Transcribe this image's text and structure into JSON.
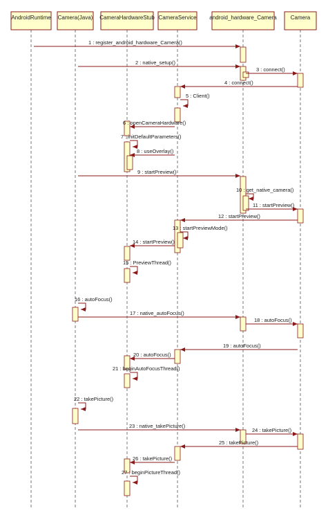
{
  "lifelines": [
    {
      "id": "runtime",
      "label": "AndroidRuntime"
    },
    {
      "id": "camjava",
      "label": "Camera(Java)"
    },
    {
      "id": "stub",
      "label": "CameraHardwareStub"
    },
    {
      "id": "service",
      "label": "CameraService"
    },
    {
      "id": "hwcam",
      "label": "android_hardware_Camera"
    },
    {
      "id": "camera",
      "label": "Camera"
    }
  ],
  "messages": [
    {
      "label": "1 : register_android_hardware_Camera()",
      "from": "runtime",
      "to": "hwcam"
    },
    {
      "label": "2 : native_setup()",
      "from": "camjava",
      "to": "hwcam"
    },
    {
      "label": "3 : connect()",
      "from": "hwcam",
      "to": "camera"
    },
    {
      "label": "4 : connect()",
      "from": "camera",
      "to": "service"
    },
    {
      "label": "5 : Client()",
      "from": "service",
      "to": "service"
    },
    {
      "label": "6 : openCameraHardware()",
      "from": "service",
      "to": "stub"
    },
    {
      "label": "7 : initDefaultParameters()",
      "from": "stub",
      "to": "stub"
    },
    {
      "label": "8 : useOverlay()",
      "from": "service",
      "to": "stub"
    },
    {
      "label": "9 : startPreview()",
      "from": "camjava",
      "to": "hwcam"
    },
    {
      "label": "10 : get_native_camera()",
      "from": "hwcam",
      "to": "hwcam"
    },
    {
      "label": "11 : startPreview()",
      "from": "hwcam",
      "to": "camera"
    },
    {
      "label": "12 : startPreview()",
      "from": "camera",
      "to": "service"
    },
    {
      "label": "13 : startPreviewMode()",
      "from": "service",
      "to": "service"
    },
    {
      "label": "14 : startPreview()",
      "from": "service",
      "to": "stub"
    },
    {
      "label": "15 : PreviewThread()",
      "from": "stub",
      "to": "stub"
    },
    {
      "label": "16 : autoFocus()",
      "from": "camjava",
      "to": "camjava"
    },
    {
      "label": "17 : native_autoFocus()",
      "from": "camjava",
      "to": "hwcam"
    },
    {
      "label": "18 : autoFocus()",
      "from": "hwcam",
      "to": "camera"
    },
    {
      "label": "19 : autoFocus()",
      "from": "camera",
      "to": "service"
    },
    {
      "label": "20 : autoFocus()",
      "from": "service",
      "to": "stub"
    },
    {
      "label": "21 : beginAutoFocusThread()",
      "from": "stub",
      "to": "stub"
    },
    {
      "label": "22 : takePicture()",
      "from": "camjava",
      "to": "camjava"
    },
    {
      "label": "23 : native_takePicture()",
      "from": "camjava",
      "to": "hwcam"
    },
    {
      "label": "24 : takePicture()",
      "from": "hwcam",
      "to": "camera"
    },
    {
      "label": "25 : takePicture()",
      "from": "camera",
      "to": "service"
    },
    {
      "label": "26 : takePicture()",
      "from": "service",
      "to": "stub"
    },
    {
      "label": "27 : beginPictureThread()",
      "from": "stub",
      "to": "stub"
    }
  ],
  "colors": {
    "line": "#8b1a1a",
    "fill": "#ffffcc",
    "text": "#1a1a1a"
  }
}
